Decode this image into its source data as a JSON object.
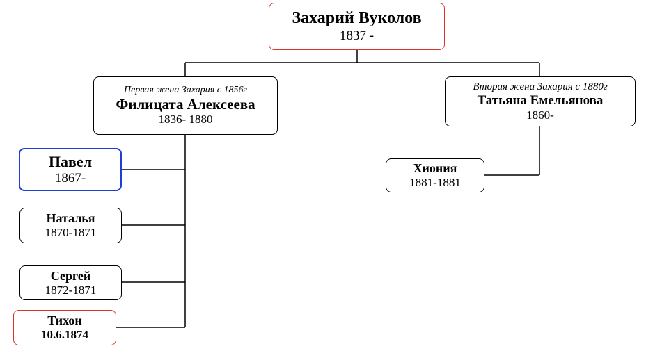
{
  "root": {
    "name": "Захарий Вуколов",
    "years": "1837 -"
  },
  "wife1": {
    "note": "Первая жена Захария с 1856г",
    "name": "Филицата Алексеева",
    "years": "1836- 1880"
  },
  "wife2": {
    "note": "Вторая жена Захария с 1880г",
    "name": "Татьяна Емельянова",
    "years": "1860-"
  },
  "children1": [
    {
      "name": "Павел",
      "years": "1867-"
    },
    {
      "name": "Наталья",
      "years": "1870-1871"
    },
    {
      "name": "Сергей",
      "years": "1872-1871"
    },
    {
      "name": "Тихон",
      "years": "10.6.1874"
    }
  ],
  "children2": [
    {
      "name": "Хиония",
      "years": "1881-1881"
    }
  ],
  "colors": {
    "highlight_red": "#e0302a",
    "highlight_blue": "#1d3fd6",
    "line": "#000000"
  }
}
